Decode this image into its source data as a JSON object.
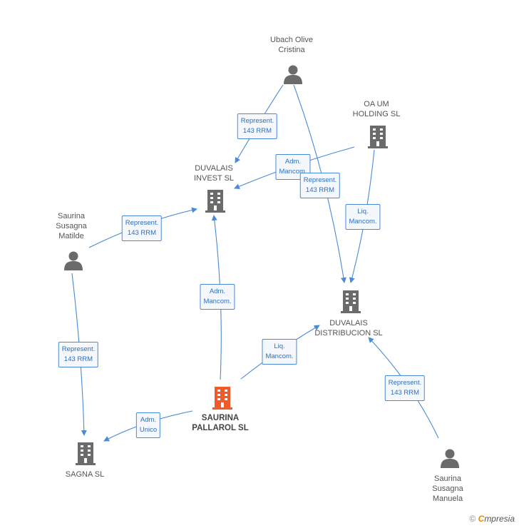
{
  "nodes": {
    "ubach": {
      "label": "Ubach Olive\nCristina",
      "kind": "person"
    },
    "oa_um": {
      "label": "OA UM\nHOLDING  SL",
      "kind": "company"
    },
    "invest": {
      "label": "DUVALAIS\nINVEST SL",
      "kind": "company"
    },
    "matilde": {
      "label": "Saurina\nSusagna\nMatilde",
      "kind": "person"
    },
    "distribucion": {
      "label": "DUVALAIS\nDISTRIBUCION SL",
      "kind": "company"
    },
    "pallarol": {
      "label": "SAURINA\nPALLAROL SL",
      "kind": "company-main"
    },
    "sagna": {
      "label": "SAGNA SL",
      "kind": "company"
    },
    "manuela": {
      "label": "Saurina\nSusagna\nManuela",
      "kind": "person"
    }
  },
  "edges": [
    {
      "label": "Represent.\n143 RRM"
    },
    {
      "label": "Adm.\nMancom."
    },
    {
      "label": "Represent.\n143 RRM"
    },
    {
      "label": "Liq.\nMancom."
    },
    {
      "label": "Represent.\n143 RRM"
    },
    {
      "label": "Adm.\nMancom."
    },
    {
      "label": "Liq.\nMancom."
    },
    {
      "label": "Represent.\n143 RRM"
    },
    {
      "label": "Adm.\nUnico"
    },
    {
      "label": "Represent.\n143 RRM"
    }
  ],
  "colors": {
    "edge": "#4a8ad6",
    "node": "#6b6b6b",
    "main": "#f25a2a"
  },
  "footer": {
    "copyright": "©",
    "brand_first": "C",
    "brand_rest": "mpresia"
  }
}
